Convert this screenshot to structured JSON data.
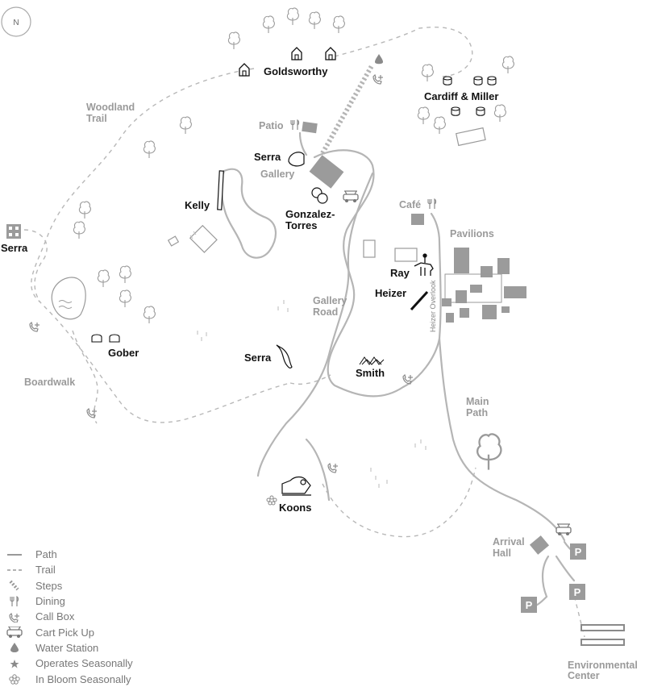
{
  "compass": "N",
  "labels": {
    "goldsworthy": "Goldsworthy",
    "cardiff_miller": "Cardiff & Miller",
    "woodland_trail": [
      "Woodland",
      "Trail"
    ],
    "patio": "Patio",
    "serra_gallery": "Serra",
    "gallery": "Gallery",
    "kelly": "Kelly",
    "gonzalez_torres": [
      "Gonzalez-",
      "Torres"
    ],
    "cafe": "Café",
    "pavilions": "Pavilions",
    "serra_west": "Serra",
    "ray": "Ray",
    "heizer": "Heizer",
    "heizer_overlook": "Heizer Overlook",
    "gallery_road": [
      "Gallery",
      "Road"
    ],
    "gober": "Gober",
    "serra_south": "Serra",
    "smith": "Smith",
    "boardwalk": "Boardwalk",
    "main_path": [
      "Main",
      "Path"
    ],
    "koons": "Koons",
    "arrival_hall": [
      "Arrival",
      "Hall"
    ],
    "environmental_center": [
      "Environmental",
      "Center"
    ],
    "parking": "P"
  },
  "legend": [
    {
      "symbol": "path-line-icon",
      "label": "Path"
    },
    {
      "symbol": "trail-dash-icon",
      "label": "Trail"
    },
    {
      "symbol": "steps-icon",
      "label": "Steps"
    },
    {
      "symbol": "dining-icon",
      "label": "Dining"
    },
    {
      "symbol": "call-box-icon",
      "label": "Call Box"
    },
    {
      "symbol": "cart-icon",
      "label": "Cart Pick Up"
    },
    {
      "symbol": "water-drop-icon",
      "label": "Water Station"
    },
    {
      "symbol": "star-icon",
      "label": "Operates Seasonally"
    },
    {
      "symbol": "flower-icon",
      "label": "In Bloom Seasonally"
    }
  ],
  "colors": {
    "path": "#b5b5b5",
    "building": "#9b9b9b",
    "label_dark": "#111111",
    "label_gray": "#9a9a9a"
  }
}
